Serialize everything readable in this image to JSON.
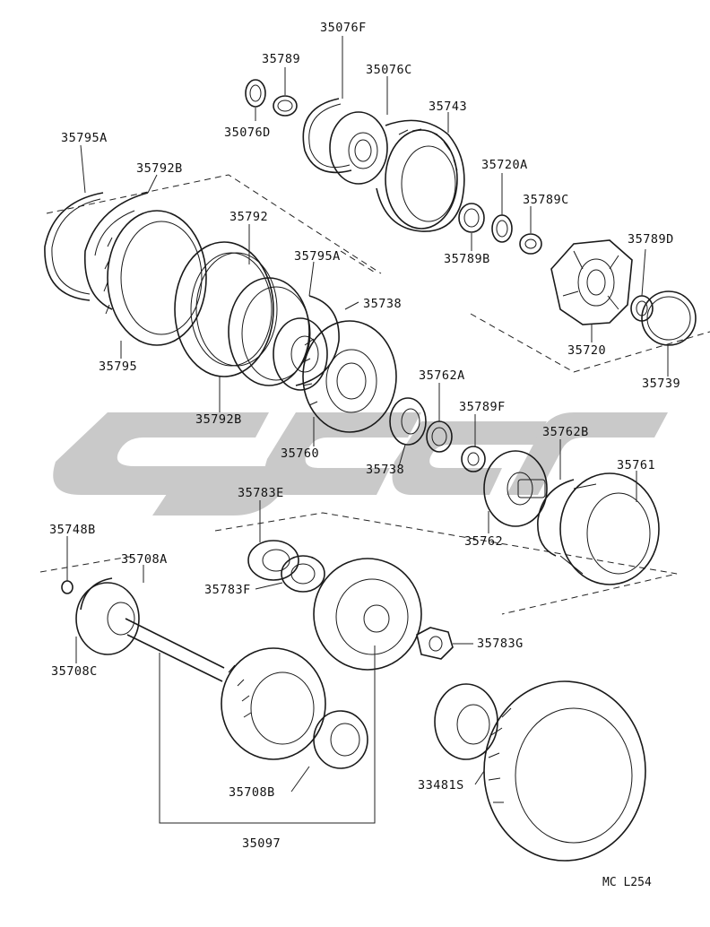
{
  "diagram_code": "MC L254",
  "watermark_text": "",
  "colors": {
    "line": "#1a1a1a",
    "watermark": "#c9c9c9",
    "background": "#ffffff"
  },
  "labels": [
    {
      "id": "35076F",
      "text": "35076F"
    },
    {
      "id": "35789",
      "text": "35789"
    },
    {
      "id": "35076C",
      "text": "35076C"
    },
    {
      "id": "35743",
      "text": "35743"
    },
    {
      "id": "35076D",
      "text": "35076D"
    },
    {
      "id": "35795A-top",
      "text": "35795A"
    },
    {
      "id": "35792B-top",
      "text": "35792B"
    },
    {
      "id": "35720A",
      "text": "35720A"
    },
    {
      "id": "35792",
      "text": "35792"
    },
    {
      "id": "35789C",
      "text": "35789C"
    },
    {
      "id": "35795A-mid",
      "text": "35795A"
    },
    {
      "id": "35789D",
      "text": "35789D"
    },
    {
      "id": "35789B",
      "text": "35789B"
    },
    {
      "id": "35738-top",
      "text": "35738"
    },
    {
      "id": "35720",
      "text": "35720"
    },
    {
      "id": "35795",
      "text": "35795"
    },
    {
      "id": "35739",
      "text": "35739"
    },
    {
      "id": "35762A",
      "text": "35762A"
    },
    {
      "id": "35792B-bot",
      "text": "35792B"
    },
    {
      "id": "35789F",
      "text": "35789F"
    },
    {
      "id": "35762B",
      "text": "35762B"
    },
    {
      "id": "35760",
      "text": "35760"
    },
    {
      "id": "35738-bot",
      "text": "35738"
    },
    {
      "id": "35761",
      "text": "35761"
    },
    {
      "id": "35783E",
      "text": "35783E"
    },
    {
      "id": "35762",
      "text": "35762"
    },
    {
      "id": "35748B",
      "text": "35748B"
    },
    {
      "id": "35708A",
      "text": "35708A"
    },
    {
      "id": "35783F",
      "text": "35783F"
    },
    {
      "id": "35783G",
      "text": "35783G"
    },
    {
      "id": "35708C",
      "text": "35708C"
    },
    {
      "id": "35708B",
      "text": "35708B"
    },
    {
      "id": "33481S",
      "text": "33481S"
    },
    {
      "id": "35097",
      "text": "35097"
    }
  ]
}
